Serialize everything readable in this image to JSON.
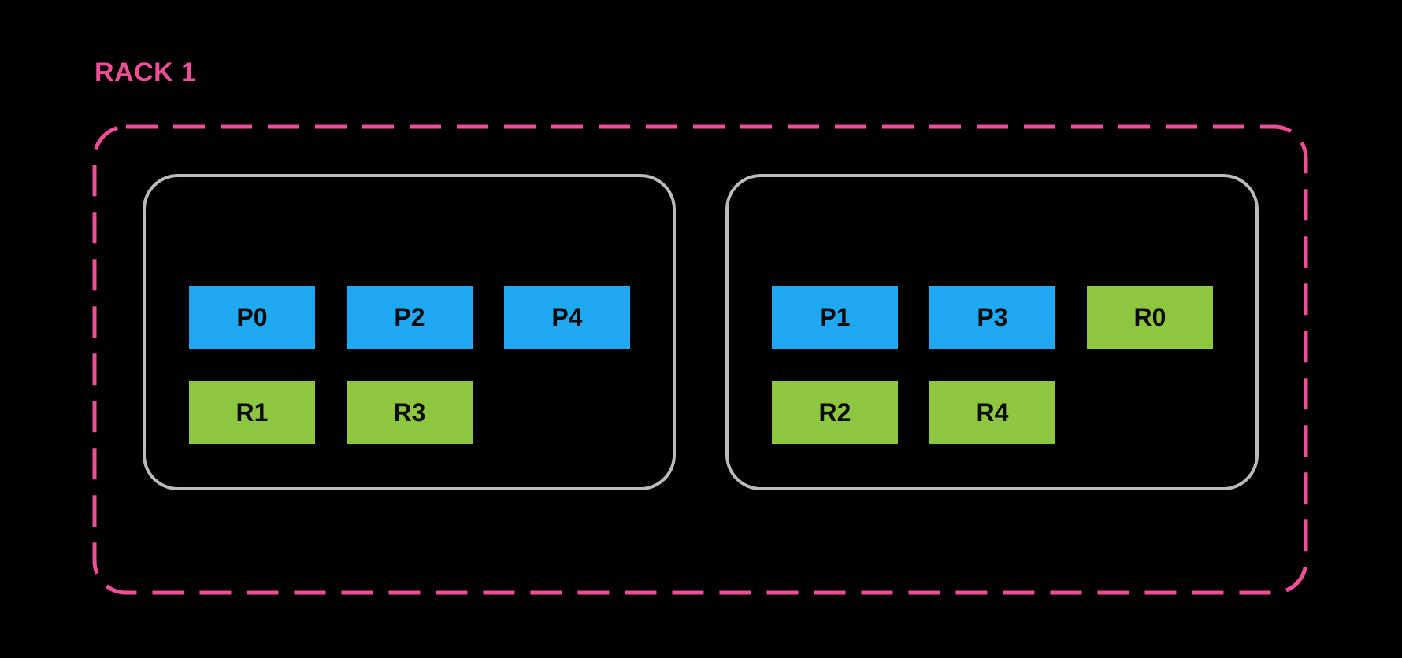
{
  "colors": {
    "background": "#000000",
    "rack_label": "#F04E98",
    "rack_border": "#F04E98",
    "node_border": "#BBBBBB",
    "primary_fill": "#1FA9F2",
    "replica_fill": "#8DC73F",
    "slot_text": "#0A0A0A"
  },
  "rack": {
    "label": "RACK 1",
    "nodes": [
      {
        "rows": [
          [
            {
              "label": "P0",
              "type": "primary"
            },
            {
              "label": "P2",
              "type": "primary"
            },
            {
              "label": "P4",
              "type": "primary"
            }
          ],
          [
            {
              "label": "R1",
              "type": "replica"
            },
            {
              "label": "R3",
              "type": "replica"
            }
          ]
        ]
      },
      {
        "rows": [
          [
            {
              "label": "P1",
              "type": "primary"
            },
            {
              "label": "P3",
              "type": "primary"
            },
            {
              "label": "R0",
              "type": "replica"
            }
          ],
          [
            {
              "label": "R2",
              "type": "replica"
            },
            {
              "label": "R4",
              "type": "replica"
            }
          ]
        ]
      }
    ]
  }
}
